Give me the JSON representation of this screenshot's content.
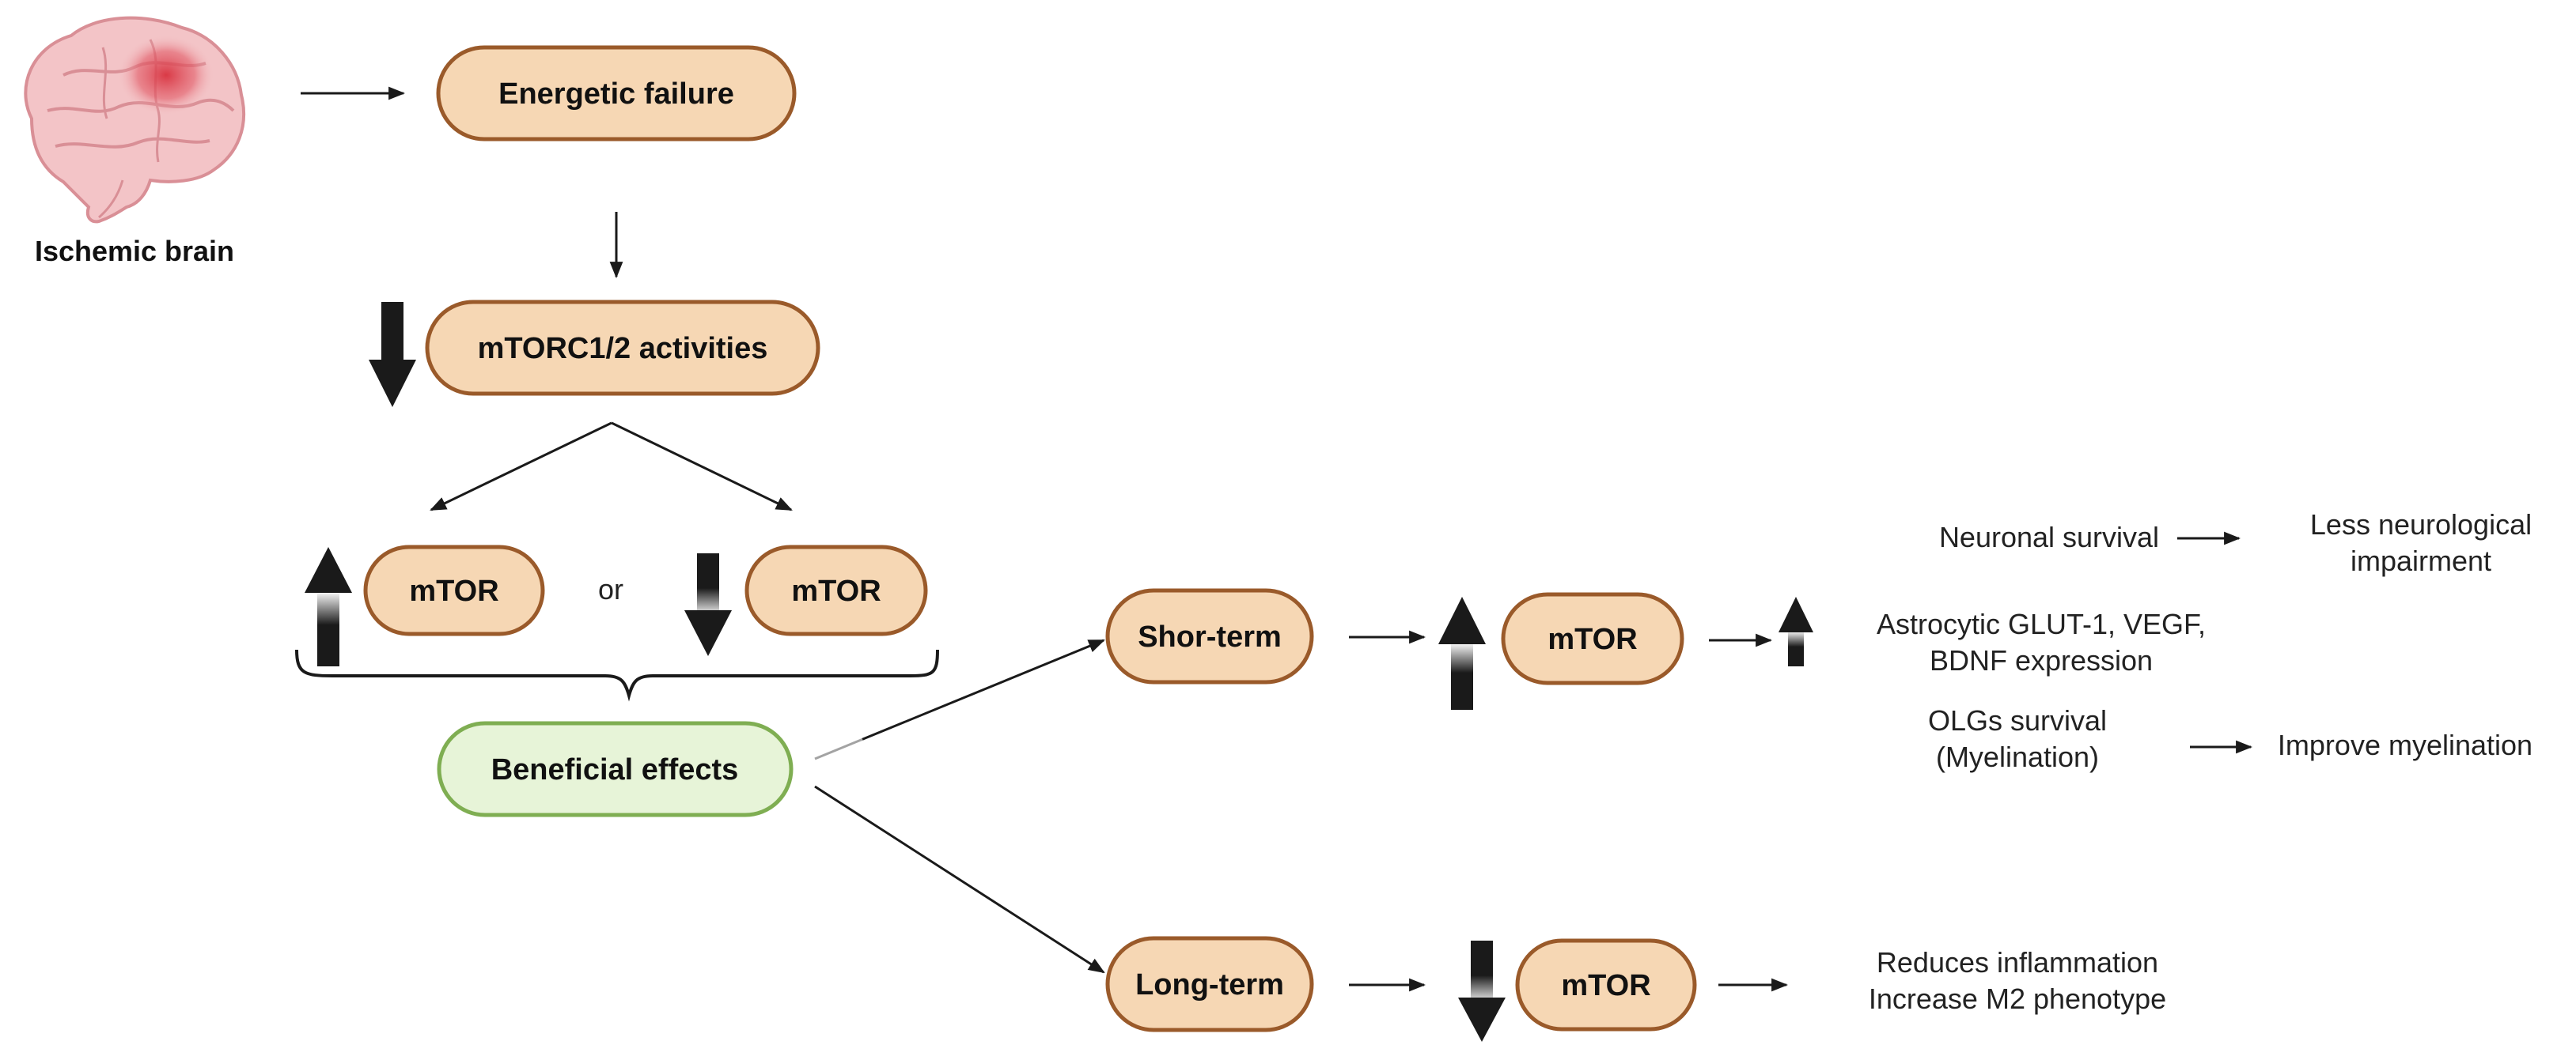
{
  "caption": {
    "ischemic_brain": "Ischemic brain"
  },
  "nodes": {
    "energetic_failure": "Energetic failure",
    "mtorc_activities": "mTORC1/2 activities",
    "mtor_up": "mTOR",
    "mtor_down": "mTOR",
    "or_word": "or",
    "beneficial_effects": "Beneficial effects",
    "short_term": "Shor-term",
    "mtor_short": "mTOR",
    "long_term": "Long-term",
    "mtor_long": "mTOR"
  },
  "outcomes": {
    "neuronal_survival": "Neuronal survival",
    "less_neuro_1": "Less neurological",
    "less_neuro_2": "impairment",
    "astro_1": "Astrocytic GLUT-1, VEGF,",
    "astro_2": "BDNF expression",
    "olgs_1": "OLGs survival",
    "olgs_2": "(Myelination)",
    "improve_myelination": "Improve myelination",
    "reduces_inflammation": "Reduces inflammation",
    "increase_m2": "Increase M2 phenotype"
  },
  "colors": {
    "node_fill": "#f6d7b4",
    "node_stroke": "#9a5a2a",
    "beneficial_fill": "#e7f4d8",
    "beneficial_stroke": "#7fae52",
    "arrow": "#1a1a1a",
    "brain": "#f1b9bd",
    "lesion": "#d8323f"
  }
}
